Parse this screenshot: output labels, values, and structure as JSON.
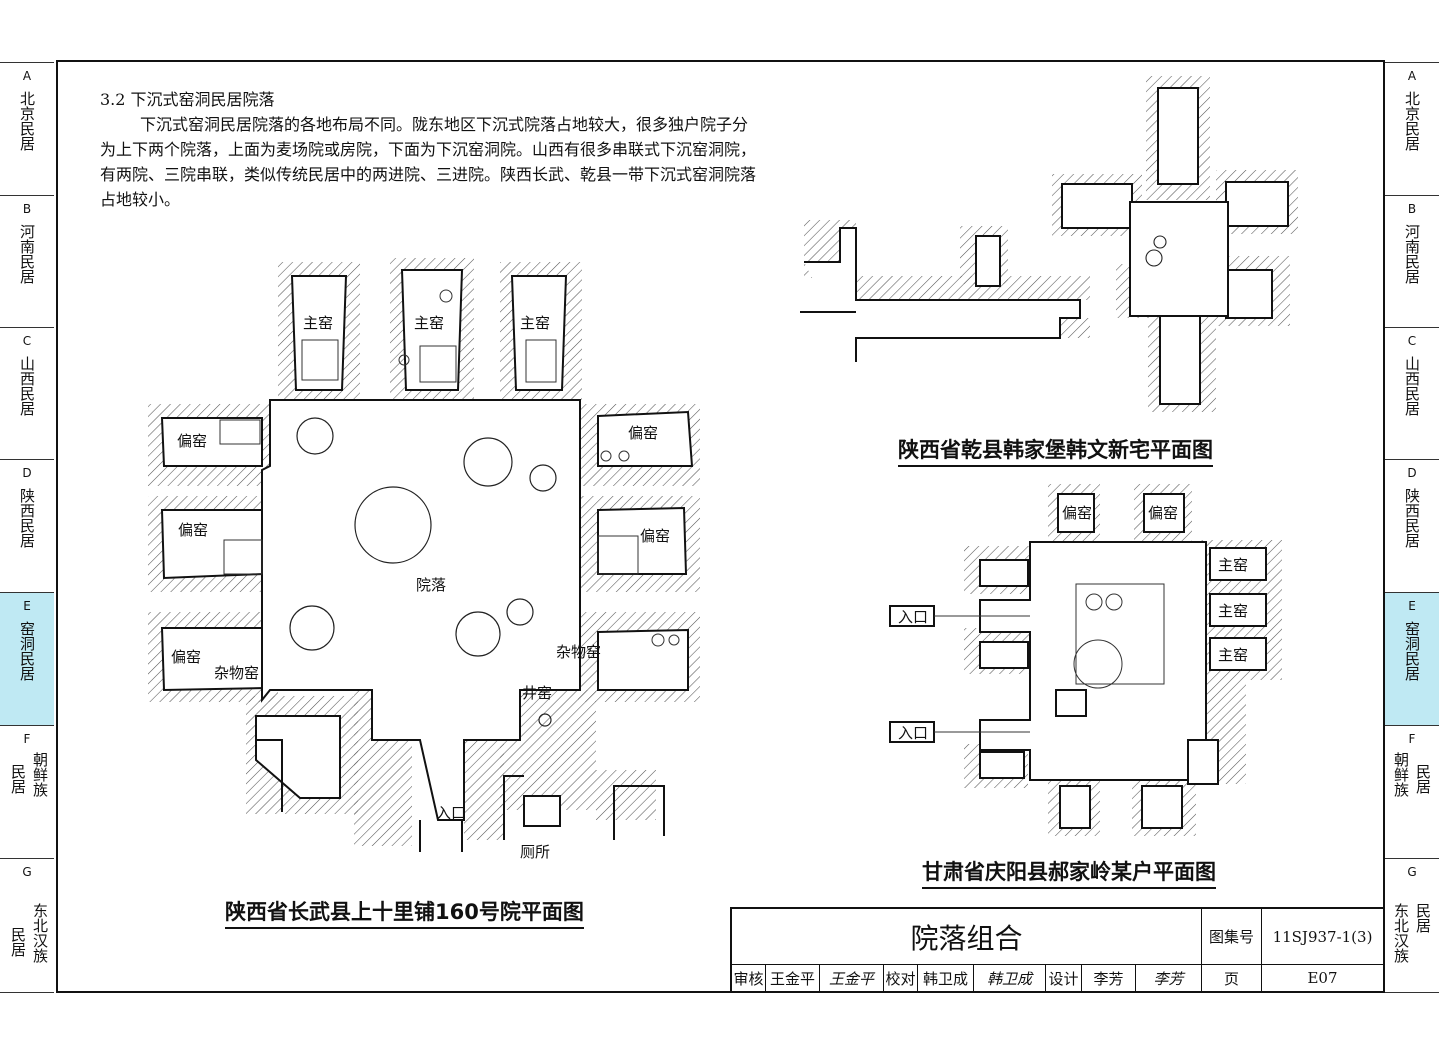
{
  "left_tabs": [
    {
      "letter": "A",
      "name": "北京民居"
    },
    {
      "letter": "B",
      "name": "河南民居"
    },
    {
      "letter": "C",
      "name": "山西民居"
    },
    {
      "letter": "D",
      "name": "陕西民居"
    },
    {
      "letter": "E",
      "name": "窑洞民居",
      "active": true
    },
    {
      "letter": "F",
      "name_main": "朝鲜族",
      "name_side": "民居"
    },
    {
      "letter": "G",
      "name_main": "东北汉族",
      "name_side": "民居"
    }
  ],
  "intro": {
    "heading": "3.2  下沉式窑洞民居院落",
    "body": "下沉式窑洞民居院落的各地布局不同。陇东地区下沉式院落占地较大，很多独户院子分为上下两个院落，上面为麦场院或房院，下面为下沉窑洞院。山西有很多串联式下沉窑洞院，有两院、三院串联，类似传统民居中的两进院、三进院。陕西长武、乾县一带下沉式窑洞院落占地较小。"
  },
  "plan1": {
    "caption": "陕西省长武县上十里铺160号院平面图",
    "labels": {
      "main1": "主窑",
      "main2": "主窑",
      "main3": "主窑",
      "side_l1": "偏窑",
      "side_l2": "偏窑",
      "side_l3": "偏窑",
      "misc_l": "杂物窑",
      "side_r1": "偏窑",
      "side_r2": "偏窑",
      "misc_r": "杂物窑",
      "well": "井窑",
      "yard": "院落",
      "entrance": "入口",
      "toilet": "厕所"
    }
  },
  "plan2": {
    "caption": "陕西省乾县韩家堡韩文新宅平面图"
  },
  "plan3": {
    "caption": "甘肃省庆阳县郝家岭某户平面图",
    "labels": {
      "side1": "偏窑",
      "side2": "偏窑",
      "main1": "主窑",
      "main2": "主窑",
      "main3": "主窑",
      "entrance1": "入口",
      "entrance2": "入口"
    }
  },
  "titleblock": {
    "title": "院落组合",
    "atlas_label": "图集号",
    "atlas_no": "11SJ937-1(3)",
    "review_label": "审核",
    "reviewer": "王金平",
    "reviewer_sig": "王金平",
    "check_label": "校对",
    "checker": "韩卫成",
    "checker_sig": "韩卫成",
    "design_label": "设计",
    "designer": "李芳",
    "designer_sig": "李芳",
    "page_label": "页",
    "page_no": "E07"
  }
}
